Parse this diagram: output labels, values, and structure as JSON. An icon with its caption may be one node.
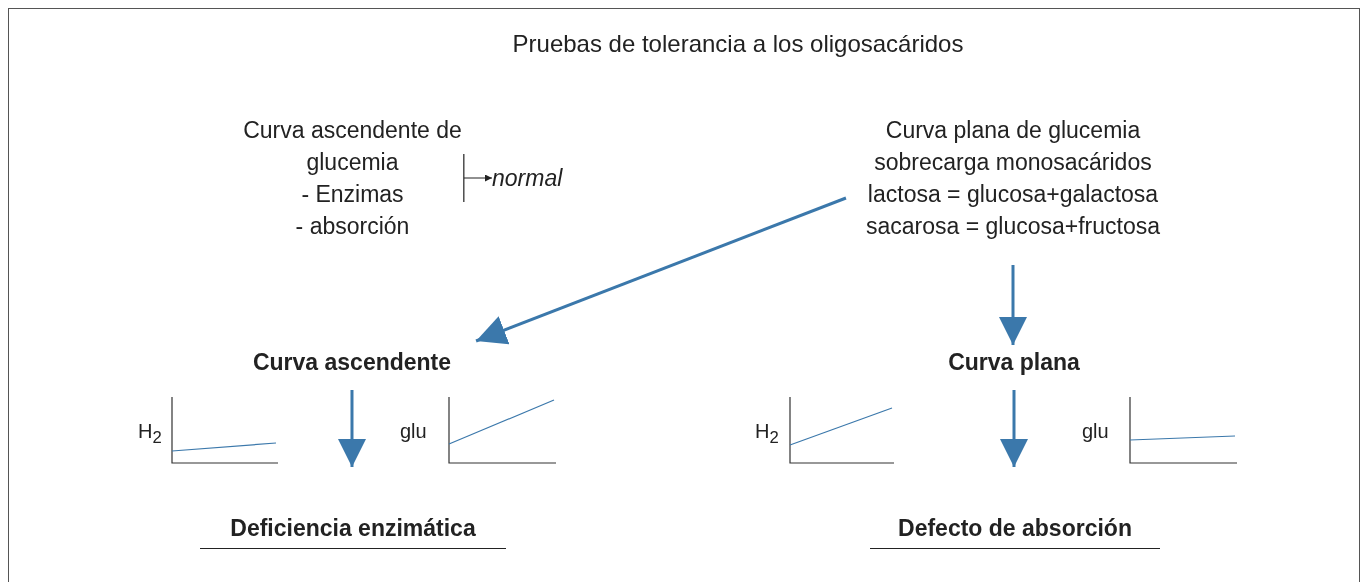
{
  "diagram": {
    "title": "Pruebas de tolerancia a los oligosacáridos",
    "nodes": [
      {
        "text": [
          "Curva ascendente de glucemia",
          "- Enzimas",
          "- absorción"
        ]
      },
      {
        "text": [
          "normal"
        ]
      },
      {
        "text": [
          "Curva plana de glucemia",
          "sobrecarga monosacáridos",
          "lactosa = glucosa+galactosa",
          "sacarosa = glucosa+fructosa"
        ]
      },
      {
        "text": [
          "Curva ascendente"
        ]
      },
      {
        "text": [
          "Curva plana"
        ]
      },
      {
        "text": [
          "Deficiencia enzimática"
        ]
      },
      {
        "text": [
          "Defecto de absorción"
        ]
      }
    ],
    "edges": [
      {
        "from": 0,
        "to": 1,
        "arrow": "to",
        "color": "#222222"
      },
      {
        "from": 2,
        "to": 3,
        "arrow": "to"
      },
      {
        "from": 2,
        "to": 4,
        "arrow": "to"
      },
      {
        "from": 3,
        "to": 5,
        "arrow": "to"
      },
      {
        "from": 4,
        "to": 6,
        "arrow": "to"
      }
    ],
    "labels": [
      "H$_{2}$",
      "glu",
      "H$_{2}$",
      "glu"
    ]
  }
}
